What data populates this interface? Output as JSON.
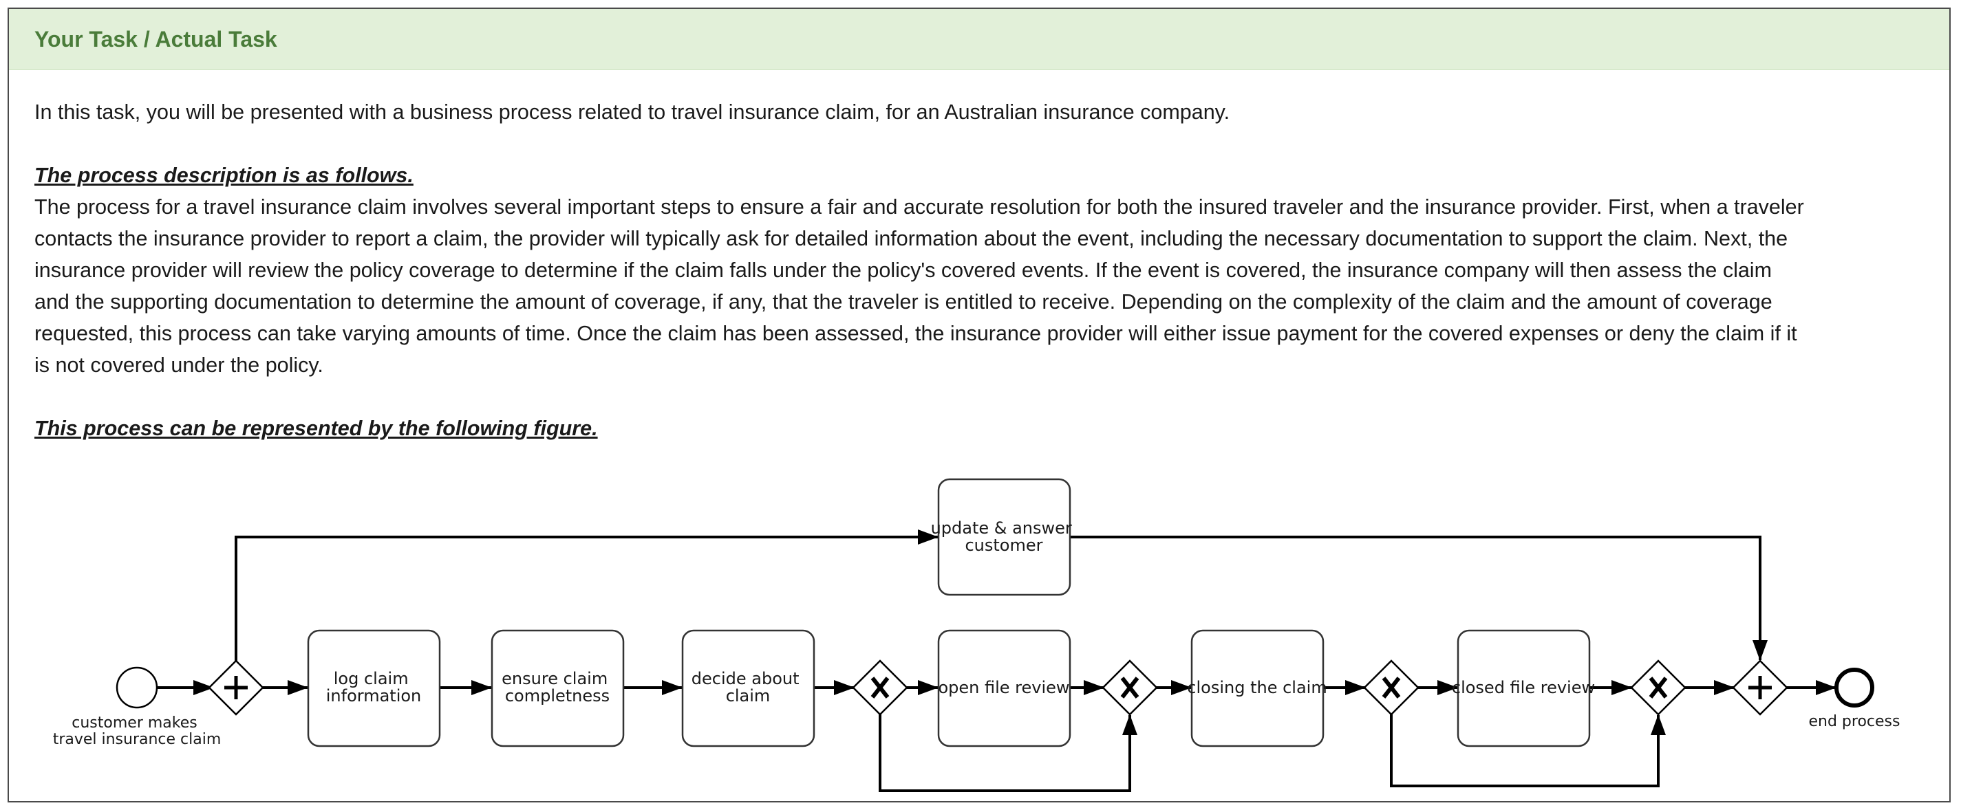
{
  "header": {
    "title": "Your Task / Actual Task"
  },
  "intro": "In this task, you will be presented with a business process related to travel insurance claim, for an Australian insurance company.",
  "description_heading": "The process description is as follows.",
  "description_lines": [
    "The process for a travel insurance claim involves several important steps to ensure a fair and accurate resolution for both the insured traveler and the insurance provider. First, when a traveler",
    "contacts the insurance provider to report a claim, the provider will typically ask for detailed information about the event, including the necessary documentation to support the claim. Next, the",
    "insurance provider will review the policy coverage to determine if the claim falls under the policy's covered events. If the event is covered, the insurance company will then assess the claim",
    "and the supporting documentation to determine the amount of coverage, if any, that the traveler is entitled to receive. Depending on the complexity of the claim and the amount of coverage",
    "requested, this process can take varying amounts of time. Once the claim has been assessed, the insurance provider will either issue payment for the covered expenses or deny the claim if it",
    "is not covered under the policy."
  ],
  "figure_heading": "This process can be represented by the following figure.",
  "diagram": {
    "start_event": {
      "label_lines": [
        "customer makes",
        "travel insurance claim"
      ]
    },
    "end_event": {
      "label_lines": [
        "end process"
      ]
    },
    "tasks": [
      {
        "id": "log",
        "label_lines": [
          "log claim",
          "information"
        ]
      },
      {
        "id": "ensure",
        "label_lines": [
          "ensure claim",
          "completness"
        ]
      },
      {
        "id": "decide",
        "label_lines": [
          "decide about",
          "claim"
        ]
      },
      {
        "id": "open",
        "label_lines": [
          "open file review"
        ]
      },
      {
        "id": "closing",
        "label_lines": [
          "closing the claim"
        ]
      },
      {
        "id": "closed",
        "label_lines": [
          "closed file review"
        ]
      },
      {
        "id": "update",
        "label_lines": [
          "update & answer",
          "customer"
        ]
      }
    ],
    "gateways": [
      {
        "id": "g1",
        "kind": "parallel"
      },
      {
        "id": "x1",
        "kind": "exclusive"
      },
      {
        "id": "x2",
        "kind": "exclusive"
      },
      {
        "id": "x3",
        "kind": "exclusive"
      },
      {
        "id": "x4",
        "kind": "exclusive"
      },
      {
        "id": "g2",
        "kind": "parallel"
      }
    ]
  }
}
